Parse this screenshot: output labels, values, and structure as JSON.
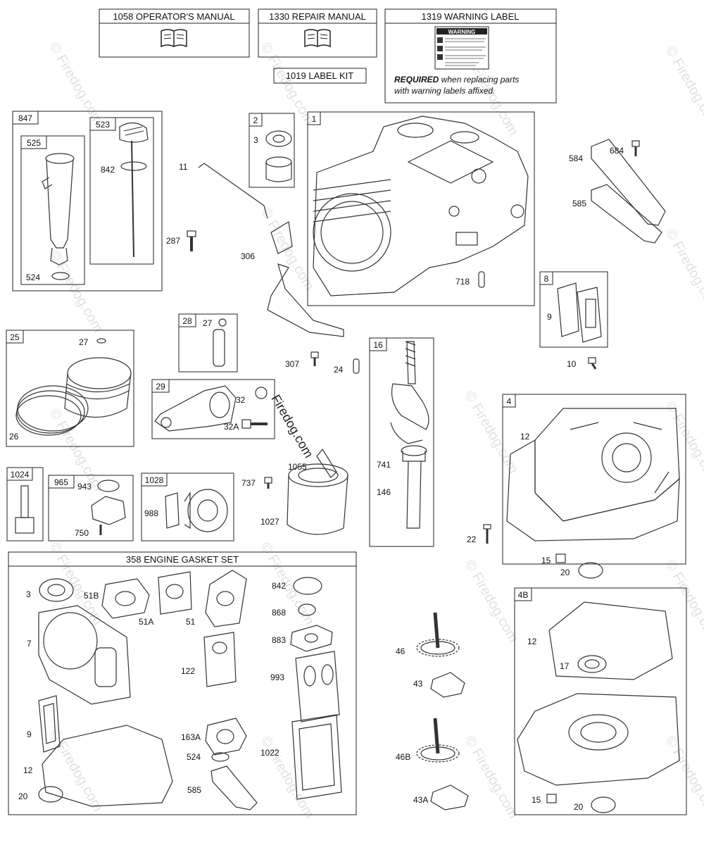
{
  "headers": {
    "operators_manual": "1058 OPERATOR'S MANUAL",
    "repair_manual": "1330 REPAIR MANUAL",
    "warning_label": "1319 WARNING LABEL",
    "label_kit": "1019 LABEL KIT",
    "warning_word": "WARNING",
    "required_bold": "REQUIRED",
    "required_line1_rest": " when replacing parts",
    "required_line2": "with warning labels affixed.",
    "gasket_set": "358 ENGINE GASKET SET"
  },
  "watermark": "© Firedog.com",
  "center_watermark": "Firedog.com",
  "box_tags": {
    "b847": "847",
    "b525": "525",
    "b523": "523",
    "b2": "2",
    "b1": "1",
    "b8": "8",
    "b28": "28",
    "b25": "25",
    "b16": "16",
    "b29": "29",
    "b4": "4",
    "b1024": "1024",
    "b965": "965",
    "b1028": "1028",
    "b4B": "4B"
  },
  "labels": {
    "p842a": "842",
    "p524a": "524",
    "p11": "11",
    "p287": "287",
    "p3a": "3",
    "p306": "306",
    "p718": "718",
    "p584": "584",
    "p684": "684",
    "p585a": "585",
    "p9a": "9",
    "p10": "10",
    "p27a": "27",
    "p27b": "27",
    "p26": "26",
    "p307": "307",
    "p24": "24",
    "p32": "32",
    "p32A": "32A",
    "p1055": "1055",
    "p741": "741",
    "p146": "146",
    "p12a": "12",
    "p943": "943",
    "p750": "750",
    "p988": "988",
    "p737": "737",
    "p1027": "1027",
    "p22": "22",
    "p15a": "15",
    "p20a": "20",
    "p3b": "3",
    "p51B": "51B",
    "p51A": "51A",
    "p51": "51",
    "p842b": "842",
    "p868": "868",
    "p883": "883",
    "p7": "7",
    "p122": "122",
    "p993": "993",
    "p9b": "9",
    "p163A": "163A",
    "p1022": "1022",
    "p12b": "12",
    "p524b": "524",
    "p20b": "20",
    "p585b": "585",
    "p46": "46",
    "p43": "43",
    "p46B": "46B",
    "p43A": "43A",
    "p12c": "12",
    "p17": "17",
    "p15b": "15",
    "p20c": "20"
  }
}
